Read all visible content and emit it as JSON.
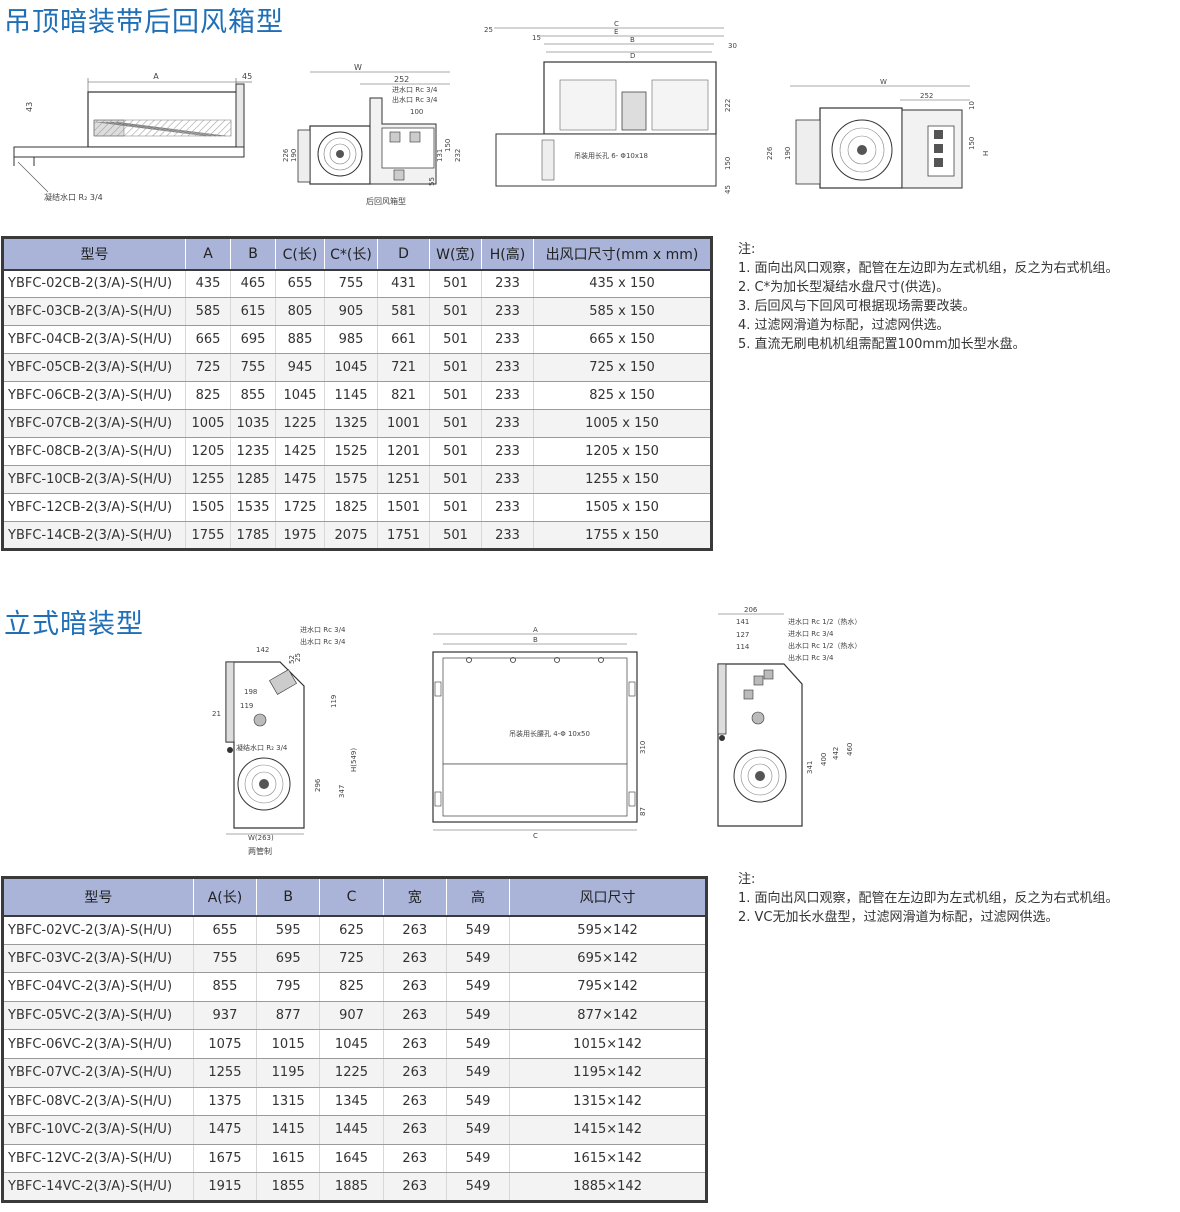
{
  "section1": {
    "title": "吊顶暗装带后回风箱型",
    "drawings": {
      "a": {
        "A": "A",
        "d45": "45",
        "d43": "43",
        "drain": "凝结水口 R₂ 3/4"
      },
      "b": {
        "W": "W",
        "d252": "252",
        "inlet": "进水口 Rc 3/4",
        "outlet": "出水口 Rc 3/4",
        "d100": "100",
        "d226": "226",
        "d190": "190",
        "d131": "131",
        "d150": "150",
        "d232": "232",
        "d55": "55",
        "caption": "后回风箱型"
      },
      "c": {
        "d25": "25",
        "d15": "15",
        "C": "C",
        "E": "E",
        "B": "B",
        "D": "D",
        "d30": "30",
        "d222": "222",
        "d150": "150",
        "d45": "45",
        "hole": "吊装用长孔 6- Φ10x18"
      },
      "d": {
        "W": "W",
        "d252": "252",
        "d10": "10",
        "d226": "226",
        "d190": "190",
        "d150": "150",
        "H": "H"
      }
    },
    "table": {
      "headers": [
        "型号",
        "A",
        "B",
        "C(长)",
        "C*(长)",
        "D",
        "W(宽)",
        "H(高)",
        "出风口尺寸(mm x mm)"
      ],
      "rows": [
        [
          "YBFC-02CB-2(3/A)-S(H/U)",
          "435",
          "465",
          "655",
          "755",
          "431",
          "501",
          "233",
          "435 x 150"
        ],
        [
          "YBFC-03CB-2(3/A)-S(H/U)",
          "585",
          "615",
          "805",
          "905",
          "581",
          "501",
          "233",
          "585 x 150"
        ],
        [
          "YBFC-04CB-2(3/A)-S(H/U)",
          "665",
          "695",
          "885",
          "985",
          "661",
          "501",
          "233",
          "665 x 150"
        ],
        [
          "YBFC-05CB-2(3/A)-S(H/U)",
          "725",
          "755",
          "945",
          "1045",
          "721",
          "501",
          "233",
          "725 x 150"
        ],
        [
          "YBFC-06CB-2(3/A)-S(H/U)",
          "825",
          "855",
          "1045",
          "1145",
          "821",
          "501",
          "233",
          "825 x 150"
        ],
        [
          "YBFC-07CB-2(3/A)-S(H/U)",
          "1005",
          "1035",
          "1225",
          "1325",
          "1001",
          "501",
          "233",
          "1005 x 150"
        ],
        [
          "YBFC-08CB-2(3/A)-S(H/U)",
          "1205",
          "1235",
          "1425",
          "1525",
          "1201",
          "501",
          "233",
          "1205 x 150"
        ],
        [
          "YBFC-10CB-2(3/A)-S(H/U)",
          "1255",
          "1285",
          "1475",
          "1575",
          "1251",
          "501",
          "233",
          "1255 x 150"
        ],
        [
          "YBFC-12CB-2(3/A)-S(H/U)",
          "1505",
          "1535",
          "1725",
          "1825",
          "1501",
          "501",
          "233",
          "1505 x 150"
        ],
        [
          "YBFC-14CB-2(3/A)-S(H/U)",
          "1755",
          "1785",
          "1975",
          "2075",
          "1751",
          "501",
          "233",
          "1755 x 150"
        ]
      ]
    },
    "notes": [
      "注:",
      "1. 面向出风口观察，配管在左边即为左式机组，反之为右式机组。",
      "2. C*为加长型凝结水盘尺寸(供选)。",
      "3. 后回风与下回风可根据现场需要改装。",
      "4. 过滤网滑道为标配，过滤网供选。",
      "5. 直流无刷电机机组需配置100mm加长型水盘。"
    ]
  },
  "section2": {
    "title": "立式暗装型",
    "drawings": {
      "a": {
        "inlet": "进水口 Rc 3/4",
        "outlet": "出水口 Rc 3/4",
        "d142": "142",
        "d52": "52",
        "d25": "25",
        "d198": "198",
        "d119a": "119",
        "d21": "21",
        "d119b": "119",
        "drain": "凝结水口 R₂ 3/4",
        "H": "H(549)",
        "d347": "347",
        "d296": "296",
        "W": "W(263)",
        "caption": "两管制"
      },
      "b": {
        "A": "A",
        "B": "B",
        "hole": "吊装用长腰孔 4-Φ 10x50",
        "d310": "310",
        "d87": "87",
        "C": "C"
      },
      "c": {
        "d206": "206",
        "d141": "141",
        "d127": "127",
        "d114": "114",
        "l1": "进水口 Rc 1/2（热水）",
        "l2": "进水口 Rc 3/4",
        "l3": "出水口 Rc 1/2（热水）",
        "l4": "出水口 Rc 3/4",
        "d341": "341",
        "d400": "400",
        "d442": "442",
        "d460": "460"
      }
    },
    "table": {
      "headers": [
        "型号",
        "A(长)",
        "B",
        "C",
        "宽",
        "高",
        "风口尺寸"
      ],
      "rows": [
        [
          "YBFC-02VC-2(3/A)-S(H/U)",
          "655",
          "595",
          "625",
          "263",
          "549",
          "595×142"
        ],
        [
          "YBFC-03VC-2(3/A)-S(H/U)",
          "755",
          "695",
          "725",
          "263",
          "549",
          "695×142"
        ],
        [
          "YBFC-04VC-2(3/A)-S(H/U)",
          "855",
          "795",
          "825",
          "263",
          "549",
          "795×142"
        ],
        [
          "YBFC-05VC-2(3/A)-S(H/U)",
          "937",
          "877",
          "907",
          "263",
          "549",
          "877×142"
        ],
        [
          "YBFC-06VC-2(3/A)-S(H/U)",
          "1075",
          "1015",
          "1045",
          "263",
          "549",
          "1015×142"
        ],
        [
          "YBFC-07VC-2(3/A)-S(H/U)",
          "1255",
          "1195",
          "1225",
          "263",
          "549",
          "1195×142"
        ],
        [
          "YBFC-08VC-2(3/A)-S(H/U)",
          "1375",
          "1315",
          "1345",
          "263",
          "549",
          "1315×142"
        ],
        [
          "YBFC-10VC-2(3/A)-S(H/U)",
          "1475",
          "1415",
          "1445",
          "263",
          "549",
          "1415×142"
        ],
        [
          "YBFC-12VC-2(3/A)-S(H/U)",
          "1675",
          "1615",
          "1645",
          "263",
          "549",
          "1615×142"
        ],
        [
          "YBFC-14VC-2(3/A)-S(H/U)",
          "1915",
          "1855",
          "1885",
          "263",
          "549",
          "1885×142"
        ]
      ]
    },
    "notes": [
      "注:",
      "1.  面向出风口观察，配管在左边即为左式机组，反之为右式机组。",
      "2.  VC无加长水盘型，过滤网滑道为标配，过滤网供选。"
    ]
  }
}
